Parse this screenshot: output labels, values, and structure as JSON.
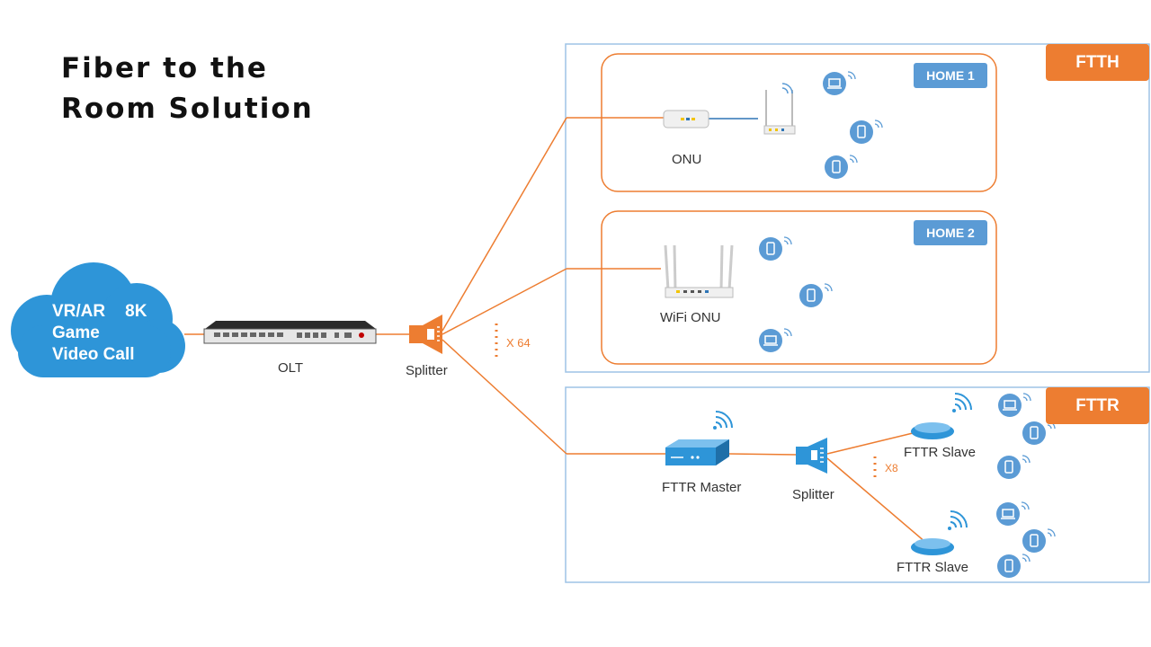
{
  "title": {
    "line1": "Fiber to the",
    "line2": "Room Solution"
  },
  "cloud": {
    "line1_a": "VR/AR",
    "line1_b": "8K",
    "line2": "Game",
    "line3": "Video Call"
  },
  "labels": {
    "olt": "OLT",
    "splitter_main": "Splitter",
    "fanout_main": "X 64",
    "onu": "ONU",
    "wifi_onu": "WiFi ONU",
    "fttr_master": "FTTR Master",
    "splitter_fttr": "Splitter",
    "fanout_fttr": "X8",
    "fttr_slave_1": "FTTR Slave",
    "fttr_slave_2": "FTTR Slave"
  },
  "tags": {
    "ftth": "FTTH",
    "fttr": "FTTR",
    "home1": "HOME 1",
    "home2": "HOME 2"
  },
  "colors": {
    "fiber": "#ed7d31",
    "panel_border": "#9dc3e6",
    "device_blue": "#5b9bd5",
    "ftth_tag": "#ed7d31",
    "home_tag": "#5b9bd5"
  }
}
